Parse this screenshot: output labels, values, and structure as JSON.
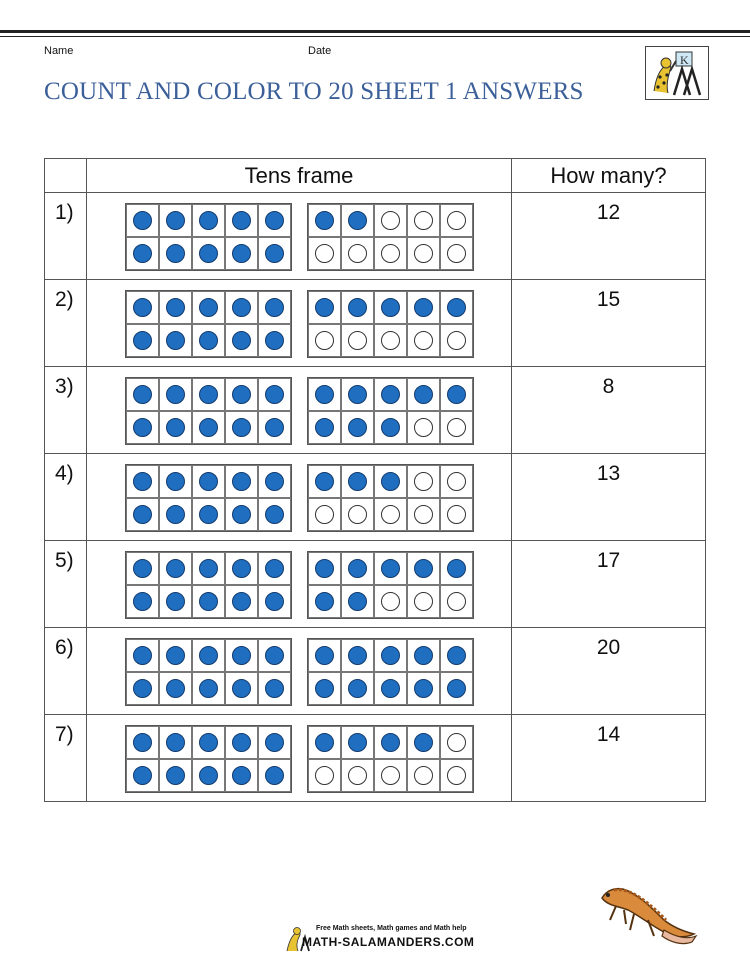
{
  "header": {
    "name_label": "Name",
    "date_label": "Date",
    "title": "COUNT AND COLOR TO 20 SHEET 1 ANSWERS"
  },
  "table": {
    "col_tens_frame": "Tens frame",
    "col_how_many": "How many?",
    "rows": [
      {
        "num": "1)",
        "answer": "12"
      },
      {
        "num": "2)",
        "answer": "15"
      },
      {
        "num": "3)",
        "answer": "8"
      },
      {
        "num": "4)",
        "answer": "13"
      },
      {
        "num": "5)",
        "answer": "17"
      },
      {
        "num": "6)",
        "answer": "20"
      },
      {
        "num": "7)",
        "answer": "14"
      }
    ]
  },
  "tens_frames_filled": [
    [
      10,
      2
    ],
    [
      10,
      5
    ],
    [
      10,
      8
    ],
    [
      10,
      3
    ],
    [
      10,
      7
    ],
    [
      10,
      10
    ],
    [
      10,
      4
    ]
  ],
  "footer": {
    "tagline": "Free Math sheets, Math games and Math help",
    "brand": "MATH-SALAMANDERS.COM",
    "logo_letter": "K"
  },
  "colors": {
    "dot_fill": "#1f6ec0",
    "title": "#3b5f99"
  },
  "icons": [
    "salamander-logo-icon",
    "salamander-icon"
  ]
}
